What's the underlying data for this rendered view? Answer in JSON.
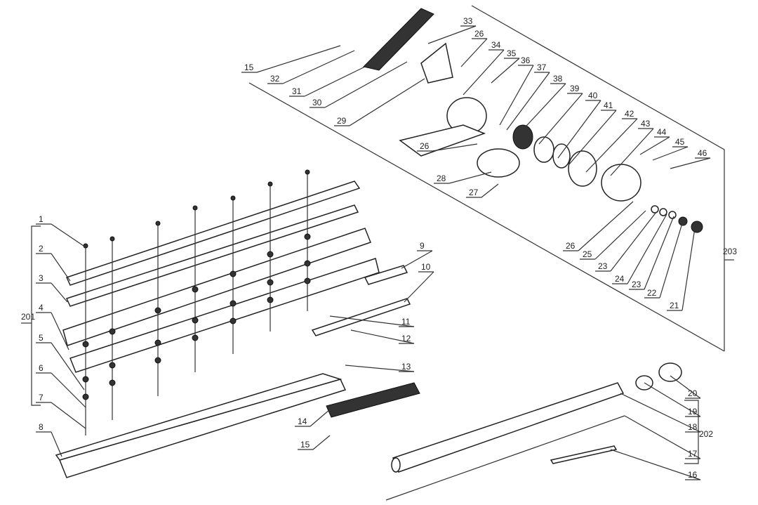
{
  "title": "Hedge trimmer attachment exploded parts diagram",
  "group_labels": {
    "blade_assembly": "201",
    "shaft_assembly": "202",
    "gearbox_assembly": "203"
  },
  "callouts": {
    "gearbox": [
      "33",
      "26",
      "34",
      "35",
      "36",
      "37",
      "38",
      "39",
      "40",
      "41",
      "42",
      "43",
      "44",
      "45",
      "46",
      "15",
      "32",
      "31",
      "30",
      "29",
      "26",
      "28",
      "27",
      "26",
      "25",
      "23",
      "24",
      "23",
      "22",
      "21"
    ],
    "blade": [
      "1",
      "2",
      "3",
      "4",
      "5",
      "6",
      "7",
      "8",
      "9",
      "10",
      "11",
      "12",
      "13",
      "14",
      "15"
    ],
    "shaft": [
      "20",
      "19",
      "18",
      "17",
      "16"
    ]
  }
}
